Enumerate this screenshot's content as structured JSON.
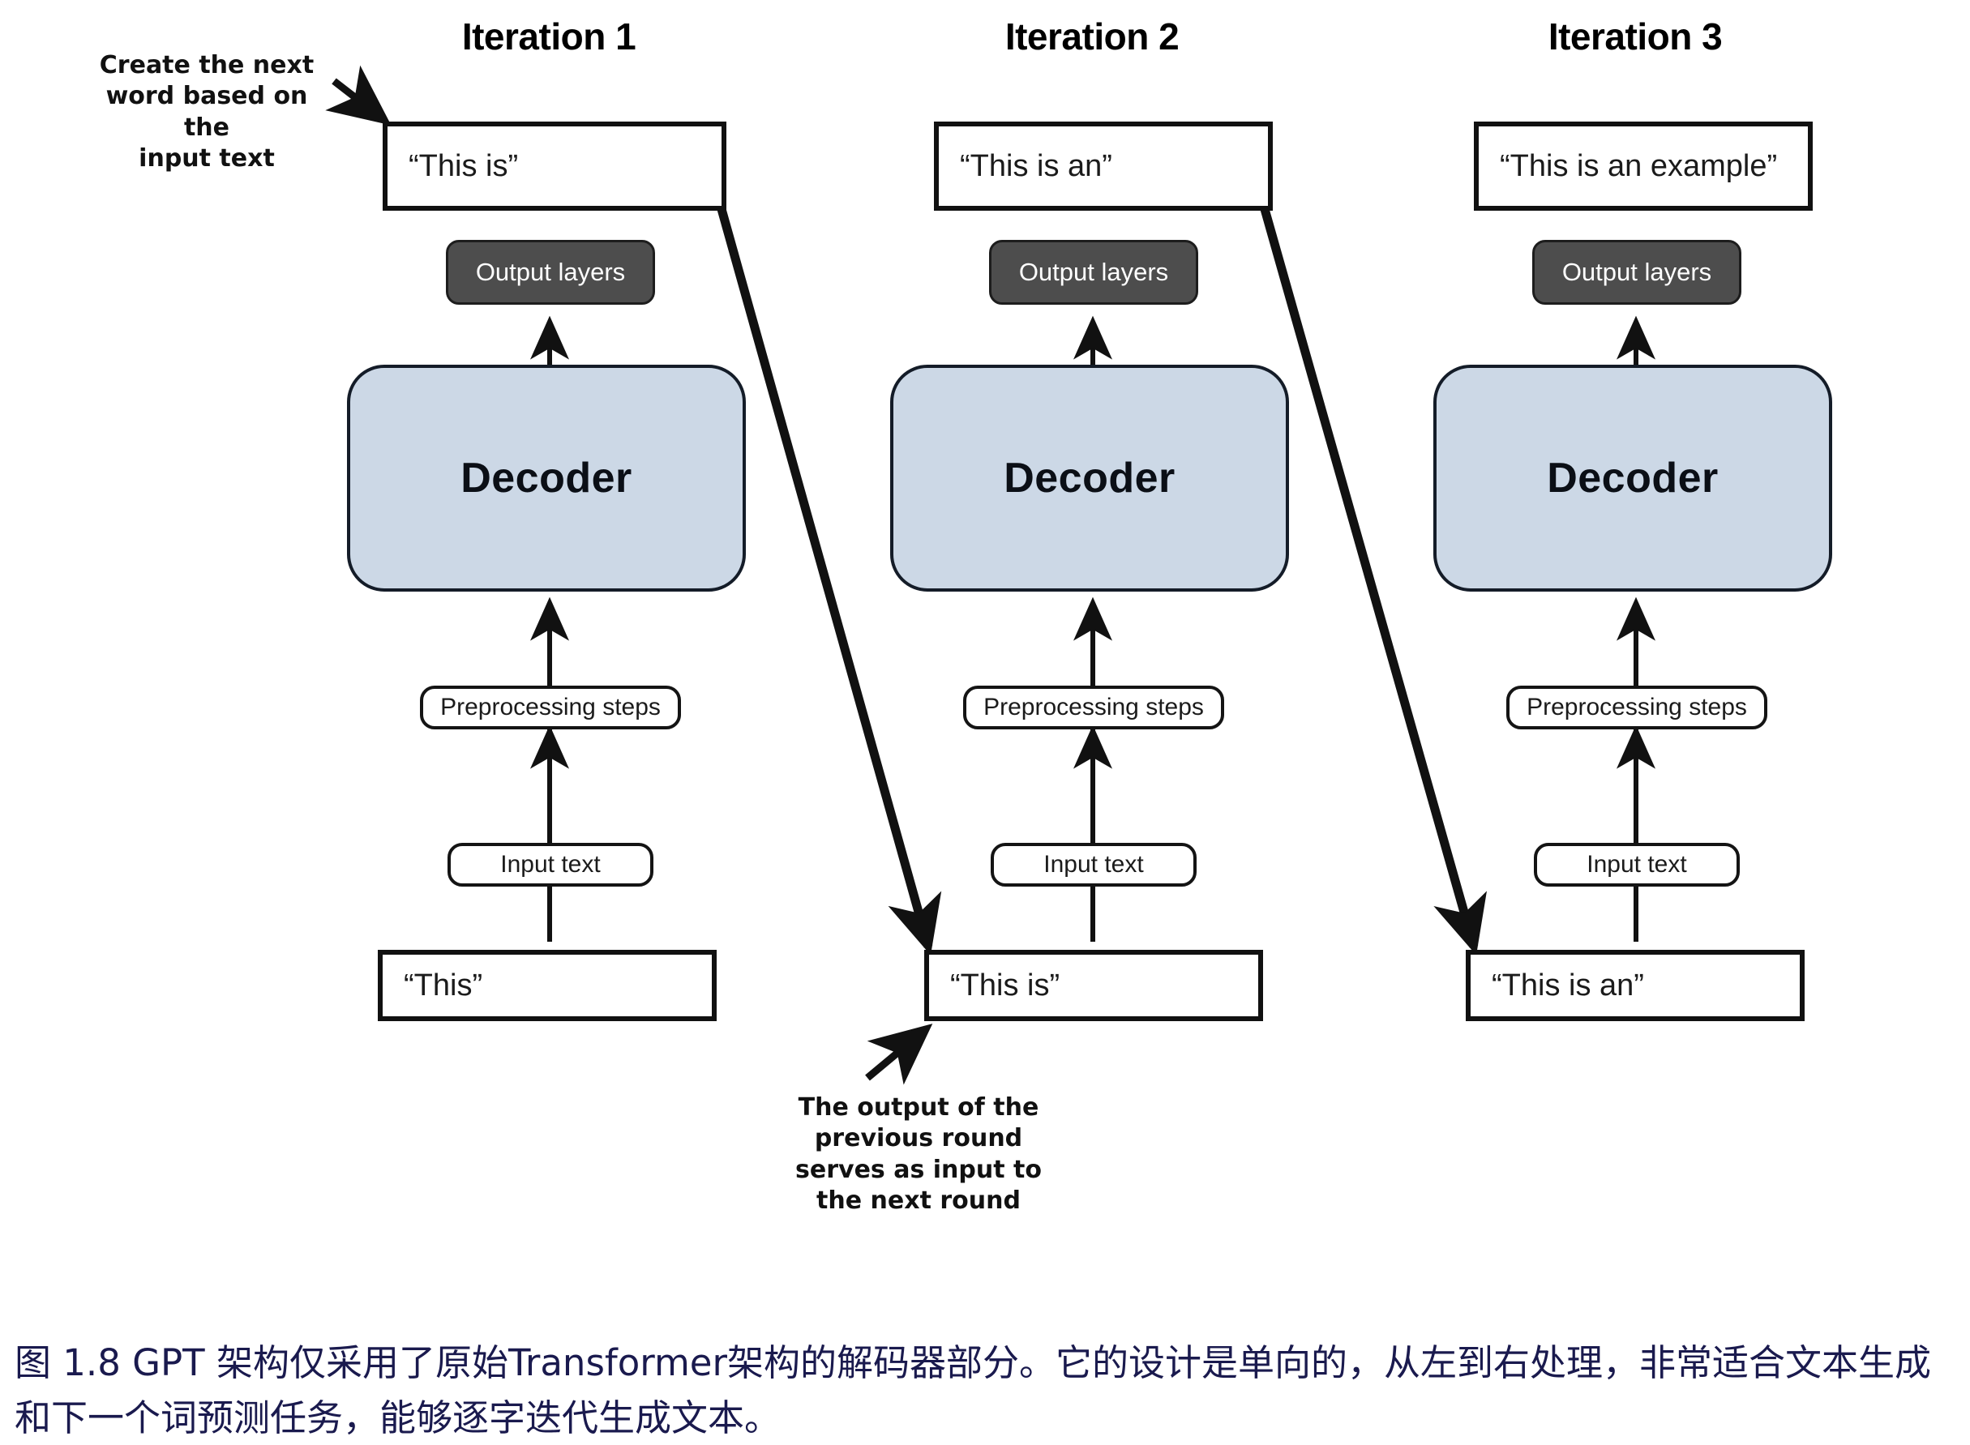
{
  "figure": {
    "columns": [
      {
        "header": "Iteration 1",
        "top_box_text": "“This is”",
        "output_layers_label": "Output layers",
        "decoder_label": "Decoder",
        "preprocessing_label": "Preprocessing steps",
        "input_text_label": "Input text",
        "bottom_box_text": "“This”"
      },
      {
        "header": "Iteration 2",
        "top_box_text": "“This is an”",
        "output_layers_label": "Output layers",
        "decoder_label": "Decoder",
        "preprocessing_label": "Preprocessing steps",
        "input_text_label": "Input text",
        "bottom_box_text": "“This is”"
      },
      {
        "header": "Iteration 3",
        "top_box_text": "“This is an example”",
        "output_layers_label": "Output layers",
        "decoder_label": "Decoder",
        "preprocessing_label": "Preprocessing steps",
        "input_text_label": "Input text",
        "bottom_box_text": "“This is an”"
      }
    ],
    "annotations": {
      "top_left": "Create the next\nword based on the\ninput text",
      "top_left_lines": [
        "Create the next",
        "word based on the",
        "input text"
      ],
      "bottom_middle_lines": [
        "The output of the",
        "previous round",
        "serves as input to",
        "the next round"
      ]
    },
    "caption": "图 1.8  GPT 架构仅采用了原始Transformer架构的解码器部分。它的设计是单向的，从左到右处理，非常适合文本生成和下一个词预测任务，能够逐字迭代生成文本。",
    "colors": {
      "decoder_fill": "#ccd8e6",
      "output_layers_fill": "#4d4d4d",
      "outline": "#111111",
      "caption_color": "#1a1a4e",
      "background": "#ffffff"
    }
  }
}
